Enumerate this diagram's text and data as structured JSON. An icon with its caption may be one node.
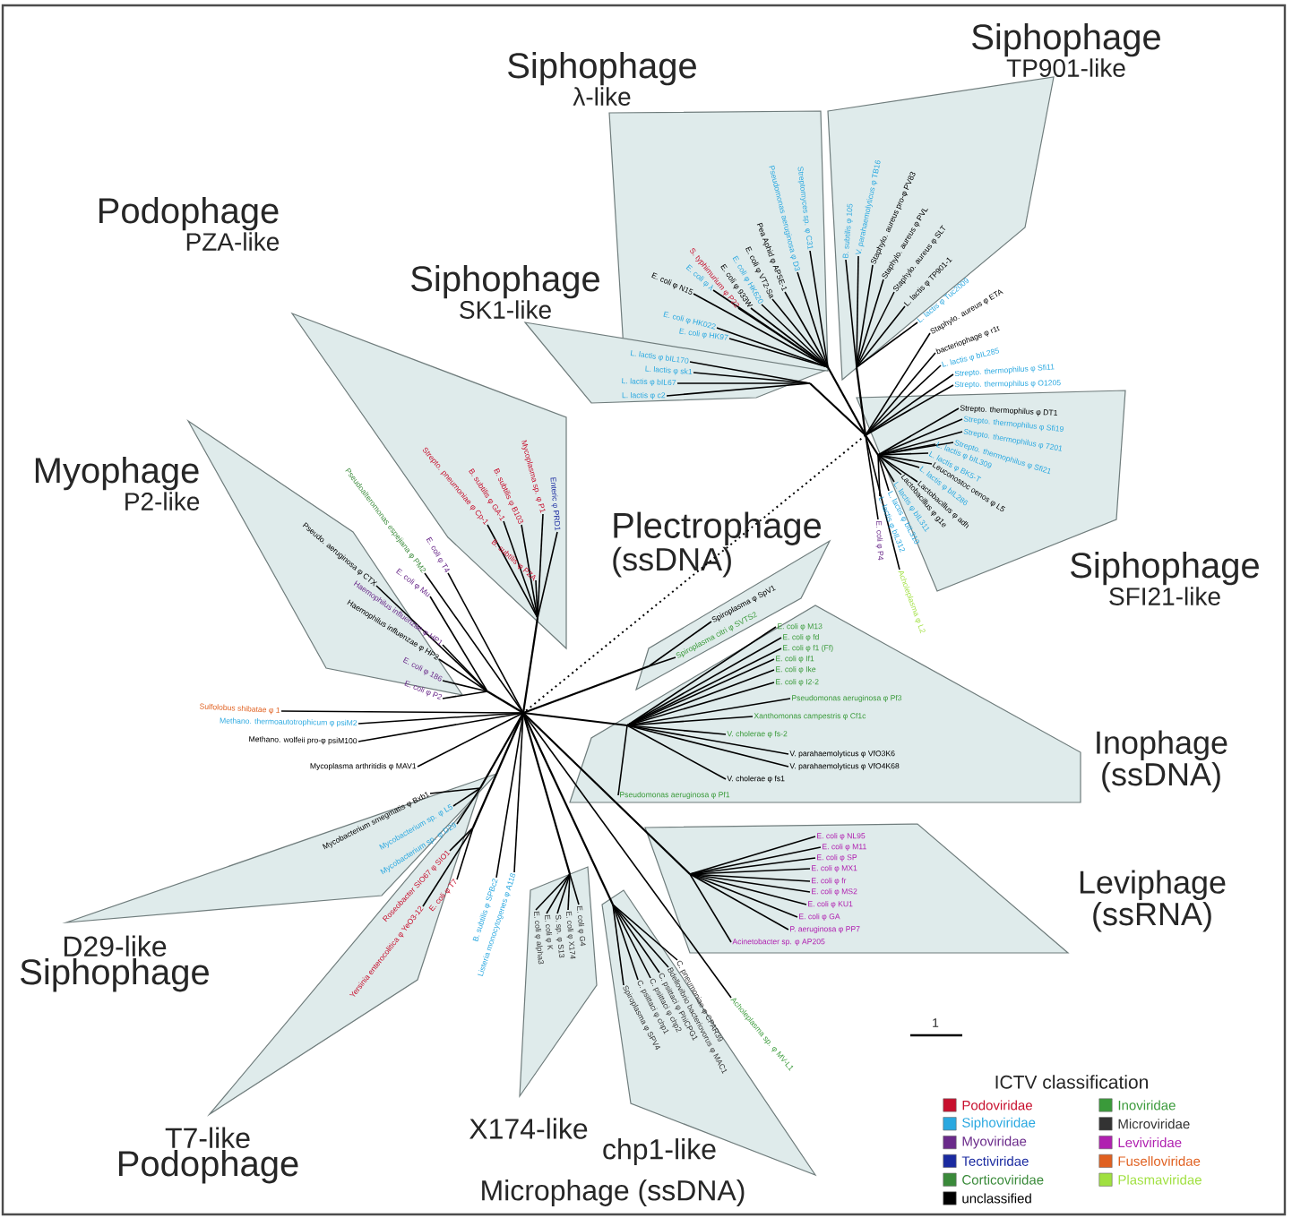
{
  "diagram": {
    "nodes": [
      {
        "text": [
          "Siphophage",
          "λ-like"
        ]
      },
      {
        "text": [
          "Siphophage",
          "TP901-like"
        ]
      },
      {
        "text": [
          "Siphophage",
          "SK1-like"
        ]
      },
      {
        "text": [
          "Podophage",
          "PZA-like"
        ]
      },
      {
        "text": [
          "Myophage",
          "P2-like"
        ]
      },
      {
        "text": [
          "Plectrophage",
          "(ssDNA)"
        ]
      },
      {
        "text": [
          "Siphophage",
          "SFI21-like"
        ]
      },
      {
        "text": [
          "Inophage",
          "(ssDNA)"
        ]
      },
      {
        "text": [
          "Leviphage",
          "(ssRNA)"
        ]
      },
      {
        "text": [
          "D29-like",
          "Siphophage"
        ]
      },
      {
        "text": [
          "T7-like",
          "Podophage"
        ]
      },
      {
        "text": [
          "X174-like"
        ]
      },
      {
        "text": [
          "chp1-like"
        ]
      }
    ],
    "labels": [
      "Streptomyces sp. φ C31",
      "Pseudomonas aeruginosa φ D3",
      "Pea Aphid φ APSE-1",
      "E. coli φ VT2-Sa",
      "E. coli φ HK620",
      "E. coli φ 933W",
      "S. typhimurium φ P22",
      "E. coli φ λ",
      "E. coli φ N15",
      "E. coli φ HK022",
      "E. coli φ HK97",
      "L. lactis φ bIL170",
      "L. lactis φ sk1",
      "L. lactis φ bIL67",
      "L. lactis φ c2",
      "B. subtilis φ 105",
      "V. parahaemolyticus φ TB16",
      "Staphylo. aureus pro-φ PV83",
      "Staphylo. aureus φ PVL",
      "Staphylo. aureus φ SLT",
      "L. lactis φ TP901-1",
      "L. lactis φ Tuc2009",
      "Staphylo. aureus φ ETA",
      "bacteriophage φ r1t",
      "L. lactis φ bIL285",
      "Strepto. thermophilus φ Sfi11",
      "Strepto. thermophilus φ O1205",
      "Strepto. thermophilus φ DT1",
      "Strepto. thermophilus φ Sfi19",
      "Strepto. thermophilus φ 7201",
      "Strepto. thermophilus φ Sfi21",
      "L. lactis φ bIL309",
      "L. lactis φ BK5-T",
      "Leuconostoc oenos φ L5",
      "L. lactis φ bIL286",
      "Lactobacillus φ adh",
      "Lactobacillus φ g1e",
      "L. lactis φ bIL311",
      "L. lactis φ bIL310",
      "L. lactis φ bIL312",
      "E. coli φ P4",
      "Acholeplasma φ L2",
      "Strepto. pneumoniae φ Cp-1",
      "B. subtilis φ GA-1",
      "B. subtilis φ B103",
      "Mycoplasma sp. φ P1",
      "Enteric φ PRD1",
      "B. subtilis φ PZA",
      "Pseudoalteromonas espejiana φ PM2",
      "E. coli φ T4",
      "Pseudo. aeruginosa φ CTX",
      "E. coli φ Mu",
      "Haemophilus influenzae φ HP1",
      "Haemophilus influenzae φ HP2",
      "E. coli φ 186",
      "E. coli φ P2",
      "Sulfolobus shibatae φ 1",
      "Methano. thermoautotrophicum φ psiM2",
      "Methano. wolfeii pro-φ psiM100",
      "Mycoplasma arthritidis φ MAV1",
      "Spiroplasma φ SpV1",
      "Spiroplasma citri φ SVTS2",
      "E. coli φ M13",
      "E. coli φ fd",
      "E. coli φ f1 (Ff)",
      "E. coli φ If1",
      "E. coli φ Ike",
      "E. coli φ I2-2",
      "Pseudomonas aeruginosa φ Pf3",
      "Xanthomonas campestris φ Cf1c",
      "V. cholerae φ fs-2",
      "V. parahaemolyticus φ VfO3K6",
      "V. parahaemolyticus φ VfO4K68",
      "V. cholerae φ fs1",
      "Pseudomonas aeruginosa φ Pf1",
      "E. coli φ NL95",
      "E. coli φ M11",
      "E. coli φ SP",
      "E. coli φ MX1",
      "E. coli φ fr",
      "E. coli φ MS2",
      "E. coli φ KU1",
      "E. coli φ GA",
      "P. aeruginosa φ PP7",
      "Acinetobacter sp. φ AP205",
      "Mycobacterium smegmatis φ Bxb1",
      "Mycobacterium sp. φ L5",
      "Mycobacterium sp. φ D29",
      "Roseobacter SIO67 φ SIO1",
      "Yersinia enterocolitica φ YeO3-12",
      "E. coli φ T7",
      "B. subtilis φ SPBc2",
      "Listeria monocytogenes φ A118",
      "E. coli φ alpha3",
      "E. coli φ K",
      "S. sp. φ S13",
      "E. coli φ X174",
      "E. coli φ G4",
      "C. pneumoniae φ CPAR39",
      "Bdellovibrio bacteriovorus φ MAC1",
      "C. psittaci φ PhiCPG1",
      "C. psittaci φ chp2",
      "C. psittaci φ chp1",
      "Spiroplasma φ SPV4",
      "Acholeplasma sp. φ MV-L1",
      "Microphage (ssDNA)",
      "1",
      "ICTV classification"
    ],
    "legend": [
      {
        "text": "Podoviridae",
        "color": "#c8102e"
      },
      {
        "text": "Siphoviridae",
        "color": "#2aa8e0"
      },
      {
        "text": "Myoviridae",
        "color": "#6a2a8a"
      },
      {
        "text": "Tectiviridae",
        "color": "#1a2aa0"
      },
      {
        "text": "Corticoviridae",
        "color": "#3a8a3a"
      },
      {
        "text": "unclassified",
        "color": "#000000"
      },
      {
        "text": "Inoviridae",
        "color": "#3a9a3a"
      },
      {
        "text": "Microviridae",
        "color": "#333333"
      },
      {
        "text": "Leviviridae",
        "color": "#b020b0"
      },
      {
        "text": "Fuselloviridae",
        "color": "#e06020"
      },
      {
        "text": "Plasmaviridae",
        "color": "#a0e040"
      }
    ]
  }
}
